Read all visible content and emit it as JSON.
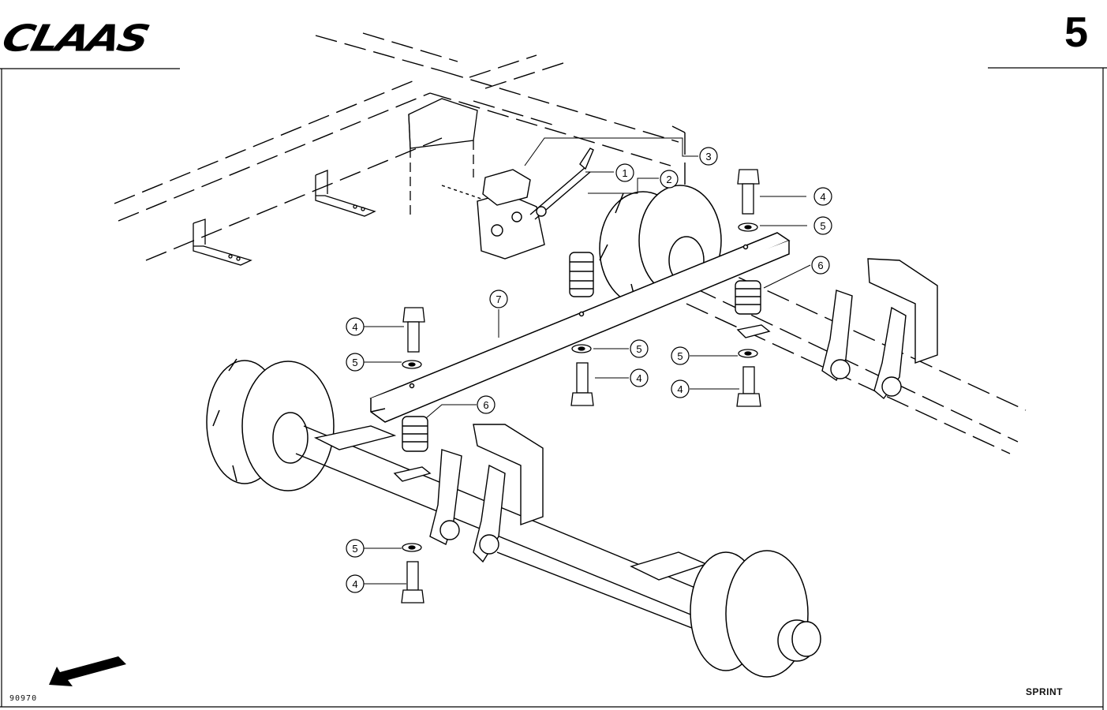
{
  "header": {
    "brand": "CLAAS",
    "page_number": "5"
  },
  "footer": {
    "drawing_code": "90970",
    "model": "SPRINT"
  },
  "callouts": [
    {
      "label": "1"
    },
    {
      "label": "2"
    },
    {
      "label": "3"
    },
    {
      "label": "4"
    },
    {
      "label": "5"
    },
    {
      "label": "6"
    },
    {
      "label": "7"
    },
    {
      "label": "4"
    },
    {
      "label": "5"
    },
    {
      "label": "5"
    },
    {
      "label": "4"
    },
    {
      "label": "6"
    },
    {
      "label": "5"
    },
    {
      "label": "4"
    },
    {
      "label": "5"
    },
    {
      "label": "4"
    }
  ],
  "icons": {
    "direction": "forward-direction-arrow-icon"
  }
}
